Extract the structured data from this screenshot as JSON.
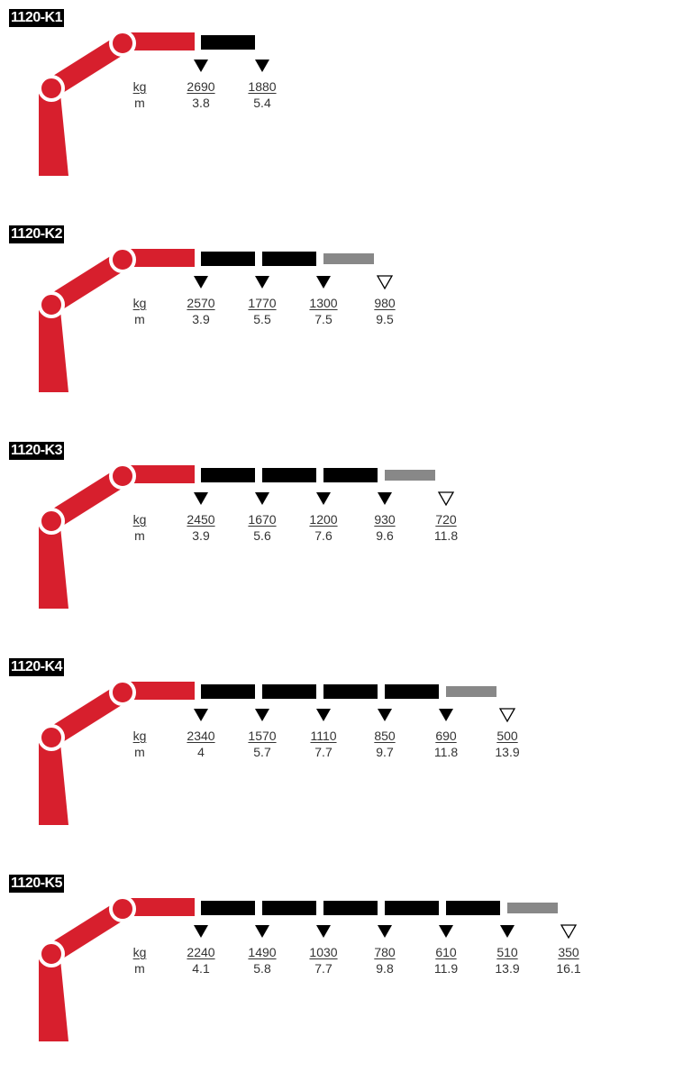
{
  "colors": {
    "boom_red": "#D71F2D",
    "extension_black": "#000000",
    "manual_extension_gray": "#888888",
    "label_bg": "#000000",
    "label_text": "#FFFFFF"
  },
  "units": {
    "load": "kg",
    "reach": "m"
  },
  "configurations": [
    {
      "model": "1120-K1",
      "hydraulic_extensions": 1,
      "manual_extension": false,
      "points": [
        {
          "kg": "2690",
          "m": "3.8",
          "marker": "filled"
        },
        {
          "kg": "1880",
          "m": "5.4",
          "marker": "filled"
        }
      ]
    },
    {
      "model": "1120-K2",
      "hydraulic_extensions": 2,
      "manual_extension": true,
      "points": [
        {
          "kg": "2570",
          "m": "3.9",
          "marker": "filled"
        },
        {
          "kg": "1770",
          "m": "5.5",
          "marker": "filled"
        },
        {
          "kg": "1300",
          "m": "7.5",
          "marker": "filled"
        },
        {
          "kg": "980",
          "m": "9.5",
          "marker": "outline"
        }
      ]
    },
    {
      "model": "1120-K3",
      "hydraulic_extensions": 3,
      "manual_extension": true,
      "points": [
        {
          "kg": "2450",
          "m": "3.9",
          "marker": "filled"
        },
        {
          "kg": "1670",
          "m": "5.6",
          "marker": "filled"
        },
        {
          "kg": "1200",
          "m": "7.6",
          "marker": "filled"
        },
        {
          "kg": "930",
          "m": "9.6",
          "marker": "filled"
        },
        {
          "kg": "720",
          "m": "11.8",
          "marker": "outline"
        }
      ]
    },
    {
      "model": "1120-K4",
      "hydraulic_extensions": 4,
      "manual_extension": true,
      "points": [
        {
          "kg": "2340",
          "m": "4",
          "marker": "filled"
        },
        {
          "kg": "1570",
          "m": "5.7",
          "marker": "filled"
        },
        {
          "kg": "1110",
          "m": "7.7",
          "marker": "filled"
        },
        {
          "kg": "850",
          "m": "9.7",
          "marker": "filled"
        },
        {
          "kg": "690",
          "m": "11.8",
          "marker": "filled"
        },
        {
          "kg": "500",
          "m": "13.9",
          "marker": "outline"
        }
      ]
    },
    {
      "model": "1120-K5",
      "hydraulic_extensions": 5,
      "manual_extension": true,
      "points": [
        {
          "kg": "2240",
          "m": "4.1",
          "marker": "filled"
        },
        {
          "kg": "1490",
          "m": "5.8",
          "marker": "filled"
        },
        {
          "kg": "1030",
          "m": "7.7",
          "marker": "filled"
        },
        {
          "kg": "780",
          "m": "9.8",
          "marker": "filled"
        },
        {
          "kg": "610",
          "m": "11.9",
          "marker": "filled"
        },
        {
          "kg": "510",
          "m": "13.9",
          "marker": "filled"
        },
        {
          "kg": "350",
          "m": "16.1",
          "marker": "outline"
        }
      ]
    }
  ]
}
